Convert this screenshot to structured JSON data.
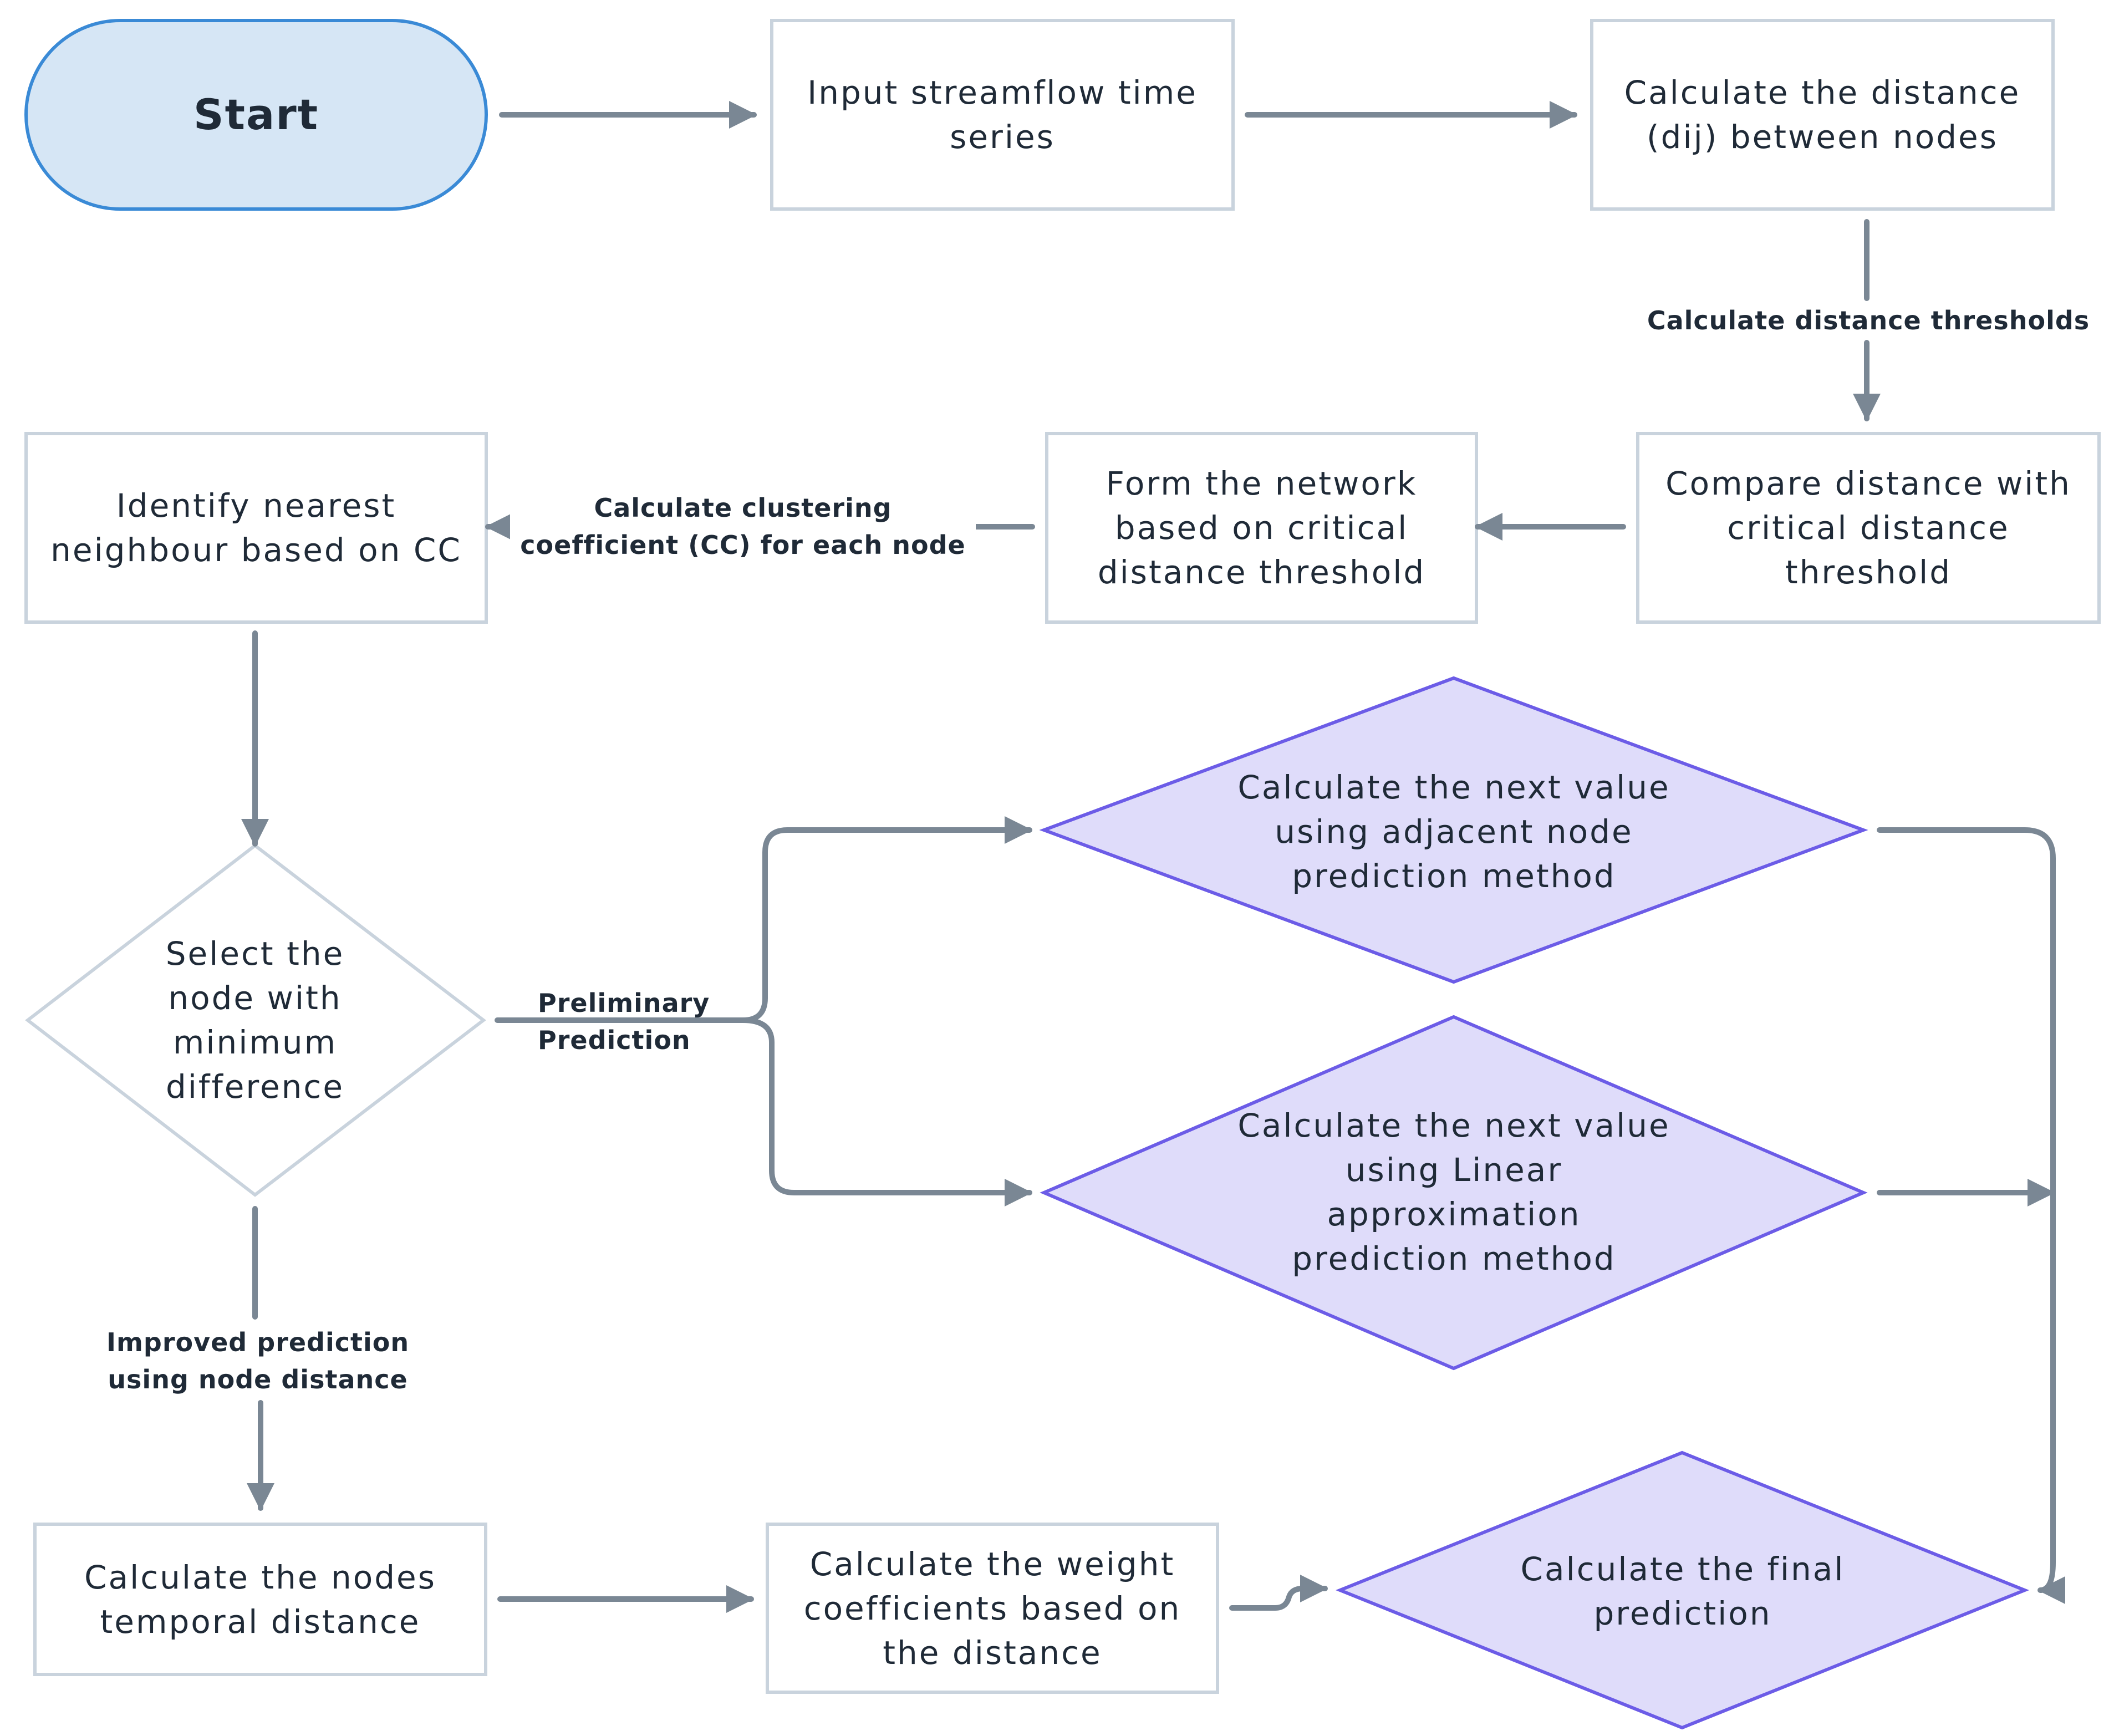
{
  "colors": {
    "box_border": "#c9d3dd",
    "start_fill": "#d6e6f5",
    "start_border": "#3a8ad6",
    "diamond_fill": "#dfdcfa",
    "diamond_border": "#6c5ce7",
    "plain_diamond_border": "#c9d3dd",
    "arrow": "#7a8794",
    "text": "#1f2a37"
  },
  "nodes": {
    "start": "Start",
    "input": "Input streamflow time\nseries",
    "calc_distance": "Calculate the distance\n(dij) between nodes",
    "compare": "Compare distance with\ncritical distance\nthreshold",
    "form_network": "Form the network\nbased on critical\ndistance threshold",
    "identify": "Identify nearest\nneighbour based on CC",
    "select": "Select the\nnode with\nminimum\ndifference",
    "adjacent": "Calculate the next value\nusing adjacent node\nprediction method",
    "linear": "Calculate the next value\nusing Linear\napproximation\nprediction method",
    "temporal": "Calculate the nodes\ntemporal distance",
    "weights": "Calculate the weight\ncoefficients based on\nthe distance",
    "final": "Calculate the final\nprediction"
  },
  "edge_labels": {
    "thresholds": "Calculate distance thresholds",
    "clustering": "Calculate clustering\ncoefficient (CC) for each node",
    "preliminary": "Preliminary\nPrediction",
    "improved": "Improved prediction\nusing node distance"
  }
}
